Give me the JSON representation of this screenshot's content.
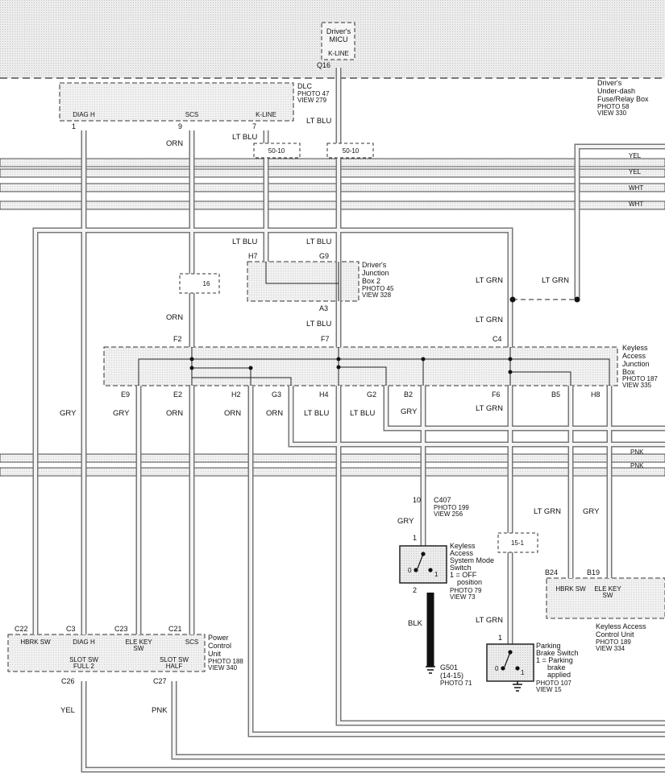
{
  "micu": {
    "title1": "Driver's",
    "title2": "MICU",
    "pin": "K-LINE",
    "conn": "Q16"
  },
  "underdash": {
    "l1": "Driver's",
    "l2": "Under-dash",
    "l3": "Fuse/Relay Box",
    "l4": "PHOTO 58",
    "l5": "VIEW 330"
  },
  "dlc": {
    "title": "DLC",
    "photo": "PHOTO 47",
    "view": "VIEW 279",
    "pins": [
      {
        "label": "DIAG H",
        "num": "1"
      },
      {
        "label": "SCS",
        "num": "9"
      },
      {
        "label": "K-LINE",
        "num": "7"
      }
    ]
  },
  "splice": {
    "a": "50-10",
    "b": "50-10",
    "c": "16",
    "d": "15-1"
  },
  "jb2": {
    "l1": "Driver's",
    "l2": "Junction",
    "l3": "Box 2",
    "photo": "PHOTO 45",
    "view": "VIEW 328",
    "h7": "H7",
    "g9": "G9",
    "a3": "A3"
  },
  "kajb": {
    "l1": "Keyless",
    "l2": "Access",
    "l3": "Junction",
    "l4": "Box",
    "photo": "PHOTO 187",
    "view": "VIEW 335",
    "top": {
      "f2": "F2",
      "f7": "F7",
      "c4": "C4"
    },
    "bottom": [
      "E9",
      "E2",
      "H2",
      "G3",
      "H4",
      "G2",
      "B2",
      "F6",
      "B5",
      "H8"
    ]
  },
  "colors": {
    "ltblu": "LT BLU",
    "orn": "ORN",
    "gry": "GRY",
    "ltgrn": "LT GRN",
    "yel": "YEL",
    "wht": "WHT",
    "pnk": "PNK",
    "blk": "BLK"
  },
  "c407": {
    "num": "10",
    "name": "C407",
    "photo": "PHOTO 199",
    "view": "VIEW 256"
  },
  "modesw": {
    "pin1": "1",
    "pin2": "2",
    "l1": "Keyless",
    "l2": "Access",
    "l3": "System Mode",
    "l4": "Switch",
    "l5": "1 = OFF",
    "l6": "position",
    "photo": "PHOTO 79",
    "view": "VIEW 73",
    "s0": "0",
    "s1": "1"
  },
  "g501": {
    "name": "G501",
    "sub": "(14-15)",
    "photo": "PHOTO 71"
  },
  "pbs": {
    "pin": "1",
    "l1": "Parking",
    "l2": "Brake Switch",
    "l3": "1 = Parking",
    "l4": "brake",
    "l5": "applied",
    "photo": "PHOTO 107",
    "view": "VIEW 15",
    "s0": "0",
    "s1": "1"
  },
  "kacu": {
    "b24": "B24",
    "b19": "B19",
    "p1": "HBRK SW",
    "p2": "ELE KEY",
    "p2b": "SW",
    "l1": "Keyless Access",
    "l2": "Control Unit",
    "photo": "PHOTO 189",
    "view": "VIEW 334"
  },
  "pcu": {
    "c22": "C22",
    "c3": "C3",
    "c23": "C23",
    "c21": "C21",
    "p1": "HBRK SW",
    "p2": "DIAG H",
    "p3": "ELE KEY",
    "p3b": "SW",
    "p4": "SCS",
    "l1": "Power",
    "l2": "Control",
    "l3": "Unit",
    "photo": "PHOTO 188",
    "view": "VIEW 340",
    "p5": "SLOT SW",
    "p5b": "FULL 2",
    "p6": "SLOT SW",
    "p6b": "HALF",
    "c26": "C26",
    "c27": "C27"
  }
}
